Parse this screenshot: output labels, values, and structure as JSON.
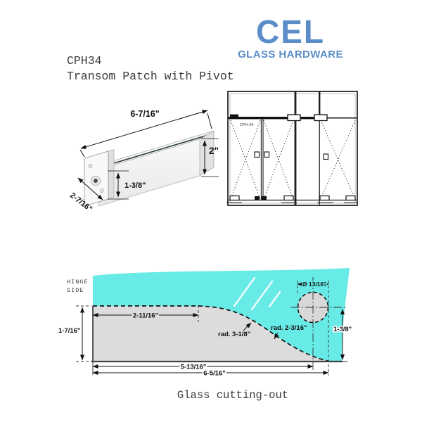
{
  "brand": {
    "name": "CEL",
    "tagline": "GLASS HARDWARE",
    "color": "#5b8ec8"
  },
  "title": {
    "model": "CPH34",
    "product": "Transom Patch with Pivot"
  },
  "iso_drawing": {
    "dim_length": "6-7/16\"",
    "dim_height": "2\"",
    "dim_inset": "1-3/8\"",
    "dim_depth": "2-7/16\""
  },
  "elevation": {
    "patch_label": "CPH-34"
  },
  "cutout_diagram": {
    "hinge_label_line1": "HINGE",
    "hinge_label_line2": "SIDE",
    "dim_top_width": "2-11/16\"",
    "dim_left_height": "1-7/16\"",
    "radius_outer": "rad. 3-1/8\"",
    "radius_inner": "rad. 2-3/16\"",
    "hole_diameter": "Ø 13/16\"",
    "dim_hole_height": "1-3/8\"",
    "dim_bottom_inner": "5-13/16\"",
    "dim_bottom_outer": "6-5/16\"",
    "glass_color": "#68eae7",
    "cutout_color": "#dcdcdc"
  },
  "caption": "Glass cutting-out"
}
